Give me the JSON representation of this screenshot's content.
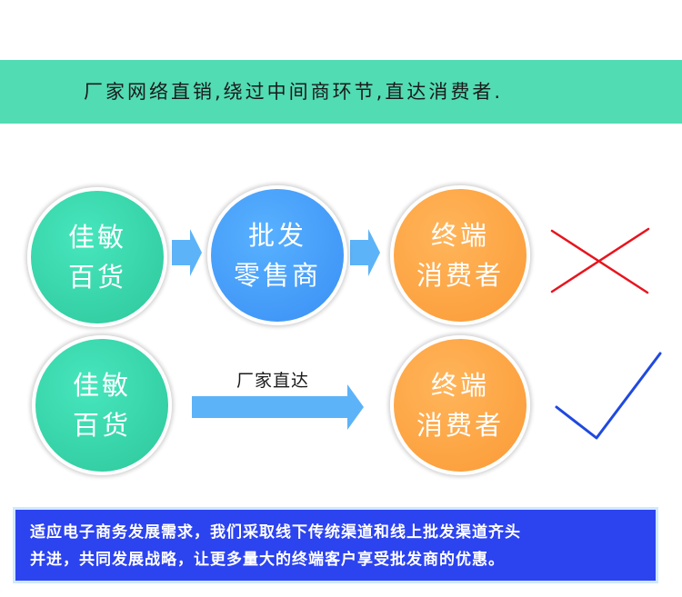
{
  "banner": {
    "text": "厂家网络直销,绕过中间商环节,直达消费者."
  },
  "row1": {
    "node1": {
      "line1": "佳敏",
      "line2": "百货"
    },
    "node2": {
      "line1": "批发",
      "line2": "零售商"
    },
    "node3": {
      "line1": "终端",
      "line2": "消费者"
    },
    "mark": "cross-icon"
  },
  "row2": {
    "node1": {
      "line1": "佳敏",
      "line2": "百货"
    },
    "arrow_label": "厂家直达",
    "node3": {
      "line1": "终端",
      "line2": "消费者"
    },
    "mark": "check-icon"
  },
  "colors": {
    "green": "#2ec79b",
    "blue": "#3a8ff4",
    "orange": "#fb9a36",
    "arrow": "#5db3f7",
    "cross": "#e8141e",
    "check": "#1f49e0",
    "banner": "#52dcb3",
    "footer": "#2c43f0"
  },
  "footer": {
    "line1": "适应电子商务发展需求，我们采取线下传统渠道和线上批发渠道齐头",
    "line2": "并进，共同发展战略，让更多量大的终端客户享受批发商的优惠。"
  }
}
